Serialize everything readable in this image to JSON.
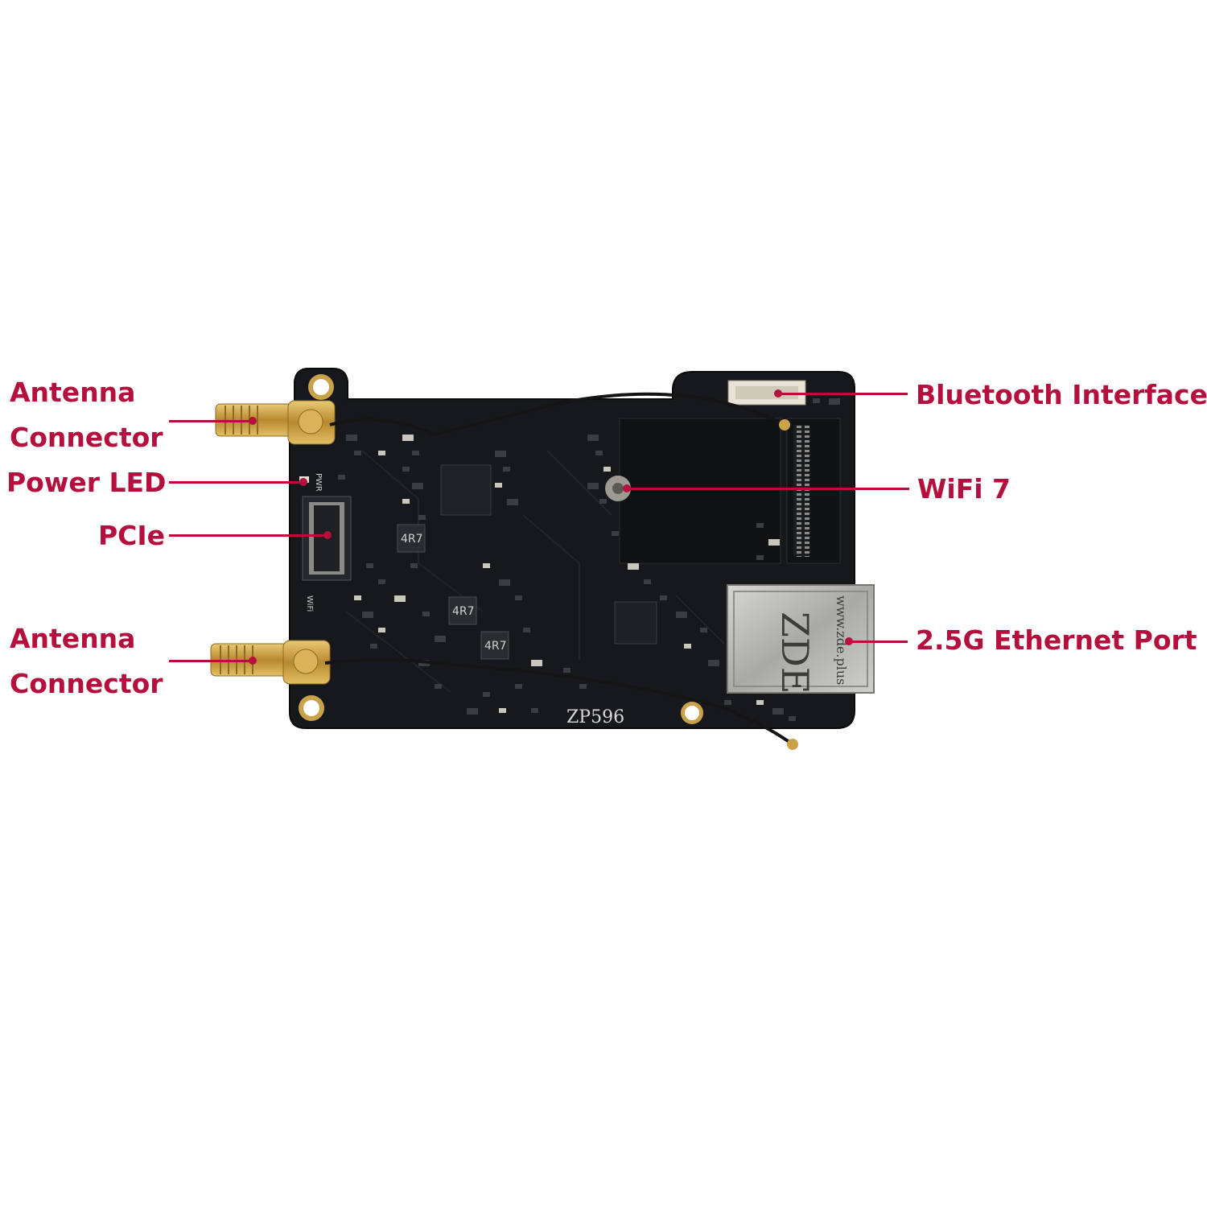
{
  "colors": {
    "label": "#b5103d",
    "background": "#ffffff",
    "pcb": "#161719",
    "gold": "#c9a24a",
    "rj45": "#b8b8b6"
  },
  "callouts": {
    "antenna_top": "Antenna\nConnector",
    "power_led": "Power LED",
    "pcie": "PCIe",
    "antenna_bottom": "Antenna\nConnector",
    "bluetooth": "Bluetooth Interface",
    "wifi": "WiFi 7",
    "ethernet": "2.5G Ethernet Port"
  },
  "board": {
    "model": "ZP596",
    "jack_brand": "ZDE",
    "jack_url": "www.zde.plus",
    "silk_pwr": "PWR",
    "silk_wifi": "WiFi",
    "inductor_mark": "4R7"
  }
}
